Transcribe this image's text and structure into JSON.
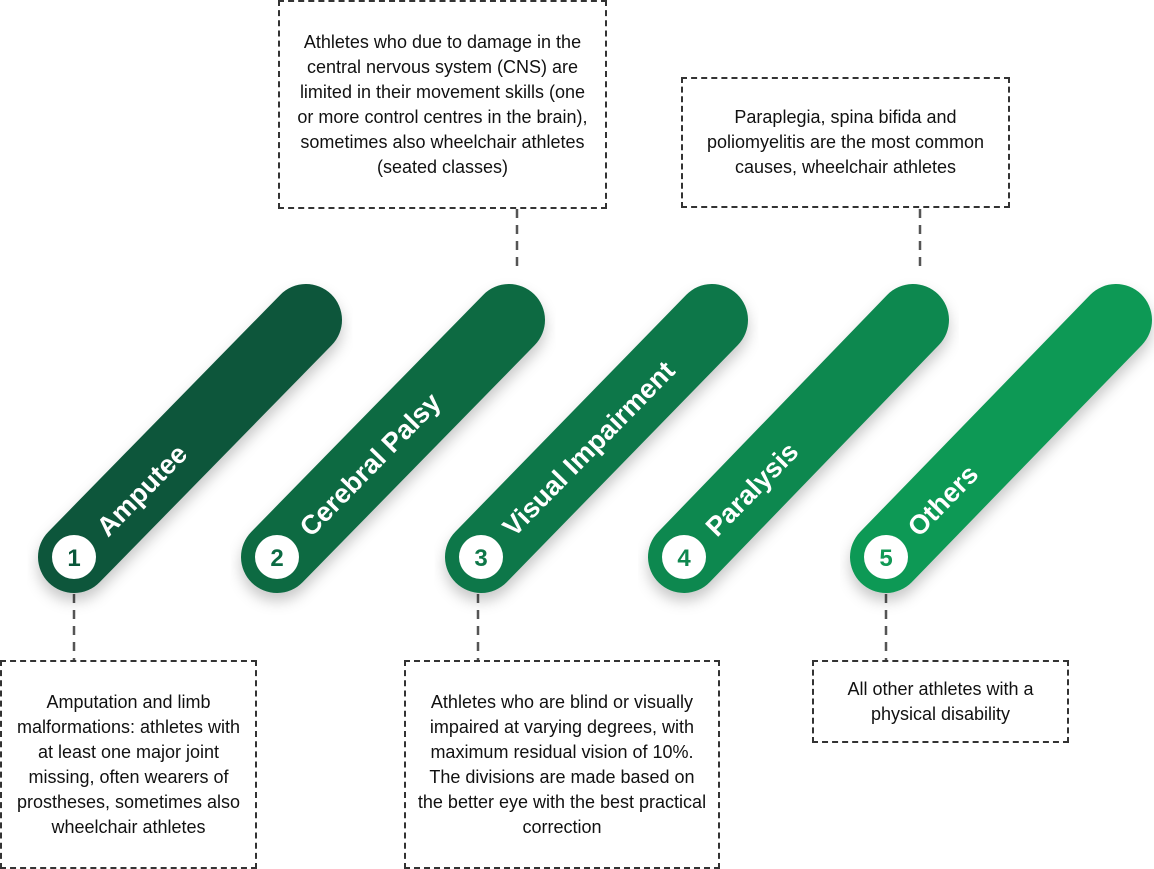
{
  "categories": [
    {
      "number": "1",
      "label": "Amputee",
      "color": "#09573A",
      "description": "Amputation and limb malformations: athletes with at least one major joint missing, often wearers of prostheses, sometimes also wheelchair athletes"
    },
    {
      "number": "2",
      "label": "Cerebral Palsy",
      "color": "#0B6B43",
      "description": "Athletes who due to damage in the central nervous system (CNS) are limited in their movement skills (one or more control centres in the brain), sometimes also wheelchair athletes (seated classes)"
    },
    {
      "number": "3",
      "label": "Visual Impairment",
      "color": "#0E7748",
      "description": "Athletes who are blind or visually impaired at varying degrees, with maximum residual vision of 10%. The divisions are made based on the better eye with the best practical correction"
    },
    {
      "number": "4",
      "label": "Paralysis",
      "color": "#0F884F",
      "description": "Paraplegia, spina bifida and poliomyelitis are the most common causes, wheelchair athletes"
    },
    {
      "number": "5",
      "label": "Others",
      "color": "#119955",
      "description": "All other athletes with a physical disability"
    }
  ]
}
